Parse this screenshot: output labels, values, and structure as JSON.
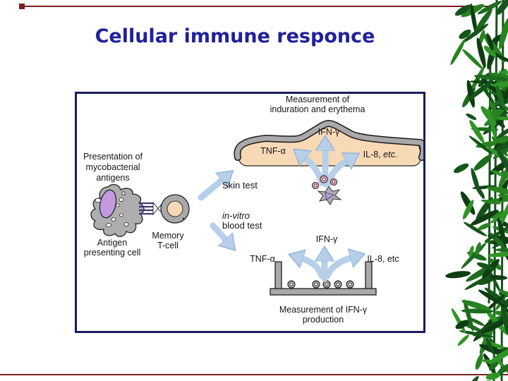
{
  "slide": {
    "title": "Cellular immune responce",
    "title_color": "#21219b"
  },
  "decor": {
    "rule_color": "#7b1f1f",
    "bamboo_colors": [
      "#0f3d12",
      "#14541a",
      "#1d6b1f",
      "#27821f",
      "#2f9426"
    ]
  },
  "diagram": {
    "frame_color": "#1b1b5e",
    "colors": {
      "skin_fill": "#f8d9b6",
      "tissue_gray": "#a9a9a9",
      "arrow_blue": "#b7cfe9",
      "nucleus_purple": "#c39ae0",
      "cell_pink": "#eac3d1"
    },
    "top": {
      "caption_line1": "Measurement of",
      "caption_line2": "induration and erythema",
      "ifn": "IFN-γ",
      "tnf": "TNF-α",
      "il8_prefix": "IL-8, ",
      "il8_etc": "etc.",
      "skin_test": "Skin test"
    },
    "left": {
      "presentation_line1": "Presentation of",
      "presentation_line2": "mycobacterial",
      "presentation_line3": "antigens",
      "apc_line1": "Antigen",
      "apc_line2": "presenting cell",
      "memory_line1": "Memory",
      "memory_line2": "T-cell"
    },
    "bottom": {
      "invitro_line1": "in-vitro",
      "invitro_line2": "blood test",
      "tnf": "TNF-α",
      "ifn": "IFN-γ",
      "il8": "IL-8, etc",
      "caption_line1": "Measurement of IFN-γ",
      "caption_line2": "production"
    }
  }
}
